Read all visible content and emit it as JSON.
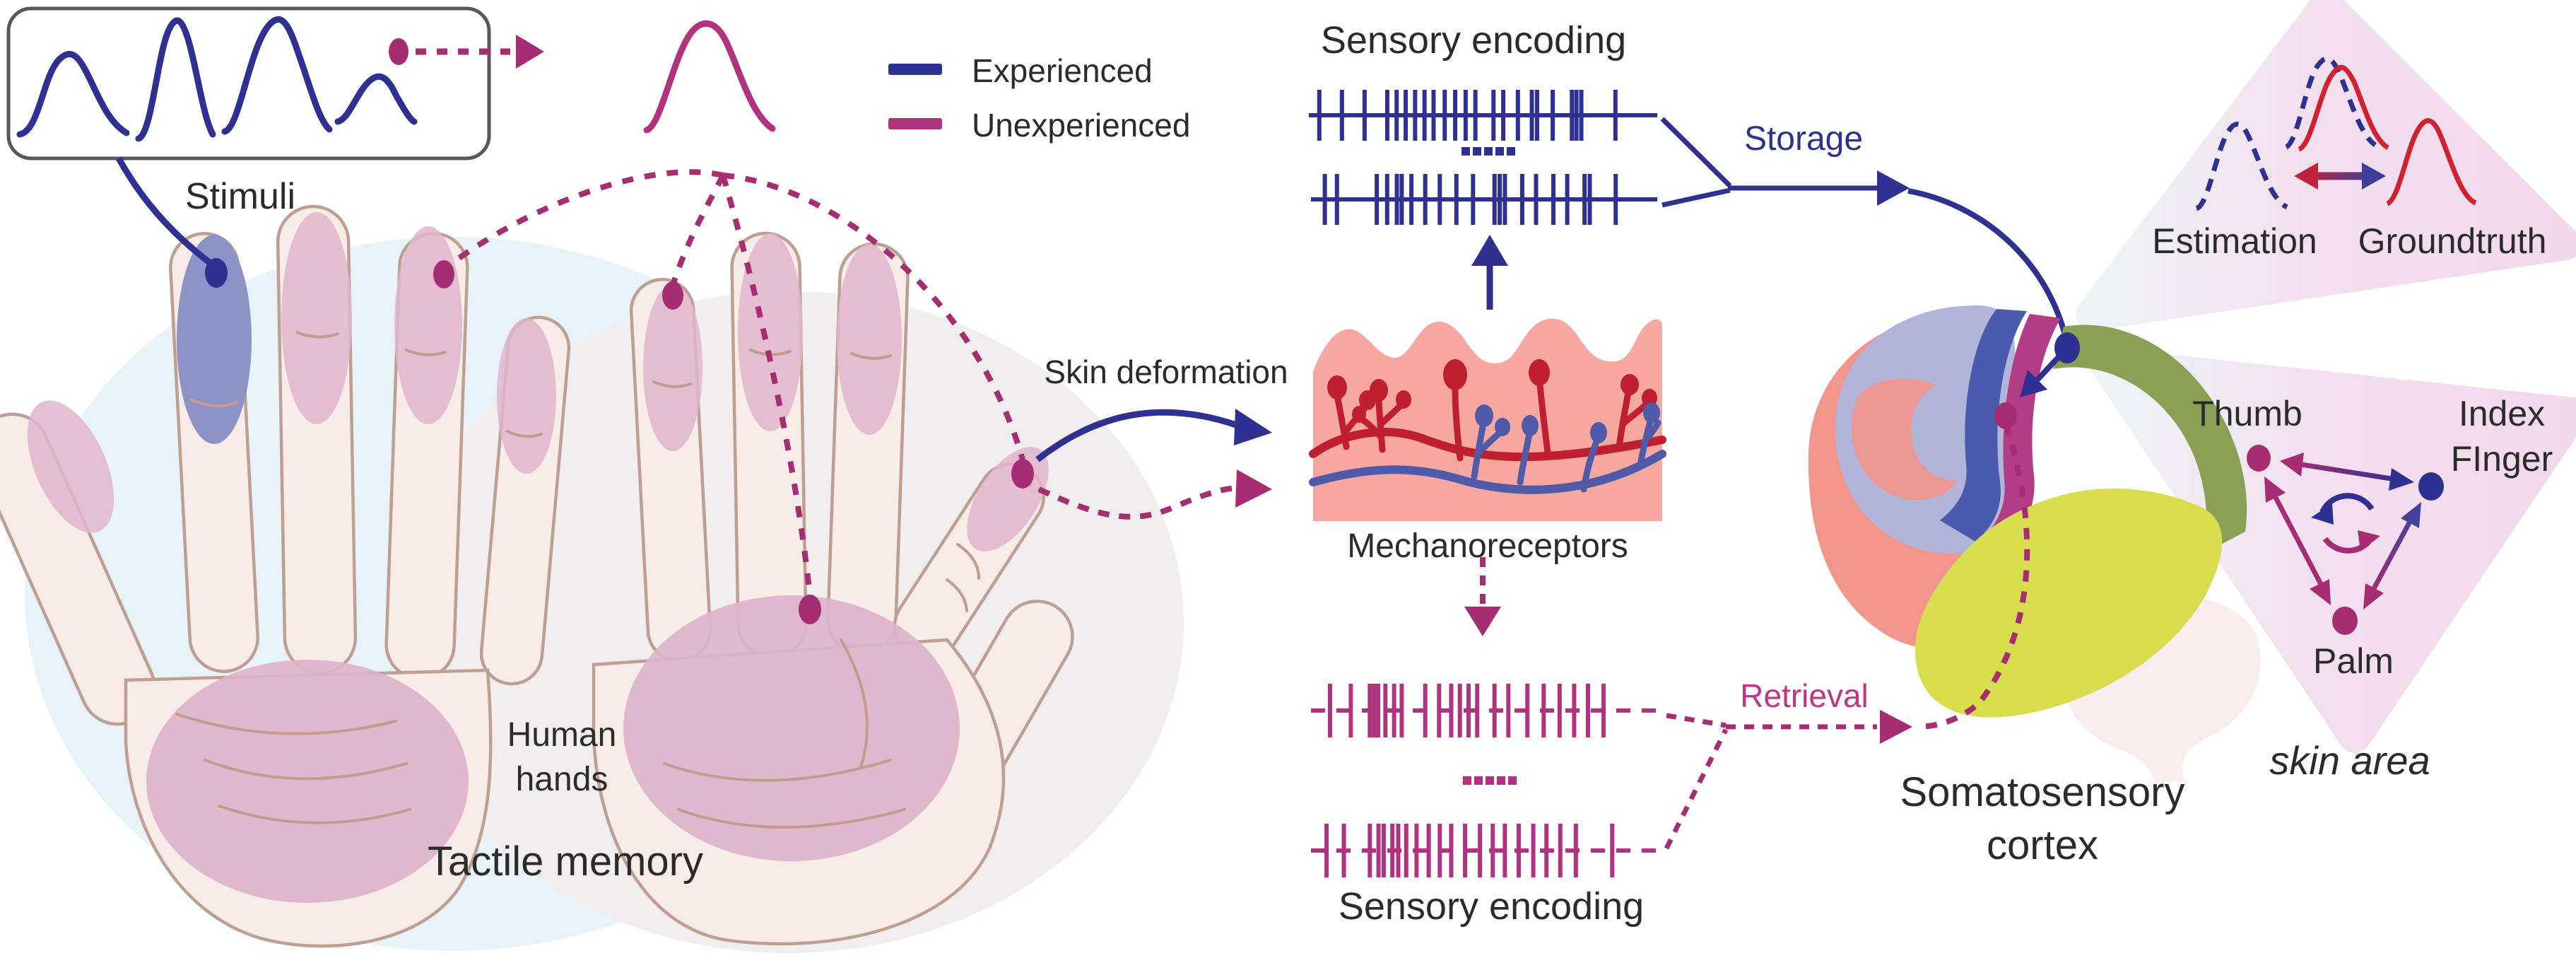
{
  "figure_title": "Tactile memory",
  "colors": {
    "experienced_blue": "#2e3192",
    "unexperienced_magenta": "#b13380",
    "dot_magenta": "#a62d72",
    "groundtruth_red": "#d3202f",
    "text_dark": "#2b2b2b",
    "skin": "#f7ece7",
    "skin_outline": "#bf9f92",
    "pink_patch": "#ddb3cb",
    "blue_patch": "#8d92c7",
    "mechano_skin": "#f6a8a0",
    "mechano_red": "#c01f2e",
    "mechano_blue": "#4f5aa8",
    "brain_frontal_salmon": "#f2968c",
    "brain_lavender": "#b2b5da",
    "brain_motor_blue": "#4a5aac",
    "brain_somatosensory_magenta": "#b23c86",
    "brain_parietal_olive": "#8aa055",
    "brain_temporal_yellowgreen": "#d7dd4d",
    "brain_pale": "#f8ecec",
    "panel_pink": "#f3e0ef",
    "bg_ellipse_blue": "#e7f3f9",
    "bg_ellipse_gray": "#f2edee"
  },
  "stimuli": {
    "label": "Stimuli"
  },
  "legend": {
    "experienced": "Experienced",
    "unexperienced": "Unexperienced"
  },
  "hands": {
    "label_line1": "Human",
    "label_line2": "hands",
    "caption": "Tactile memory"
  },
  "skin_deformation": {
    "label": "Skin deformation"
  },
  "mechanoreceptors": {
    "label": "Mechanoreceptors"
  },
  "encoding_top": {
    "title": "Sensory encoding",
    "train1": [
      0.03,
      0.095,
      0.16,
      0.225,
      0.252,
      0.278,
      0.305,
      0.332,
      0.358,
      0.39,
      0.42,
      0.45,
      0.478,
      0.53,
      0.558,
      0.6,
      0.64,
      0.655,
      0.7,
      0.755,
      0.768,
      0.782,
      0.88
    ],
    "train2": [
      0.04,
      0.075,
      0.19,
      0.22,
      0.248,
      0.262,
      0.29,
      0.33,
      0.372,
      0.42,
      0.468,
      0.53,
      0.545,
      0.56,
      0.61,
      0.65,
      0.7,
      0.74,
      0.79,
      0.805,
      0.88
    ]
  },
  "encoding_bottom": {
    "title": "Sensory encoding",
    "train1": [
      0.055,
      0.115,
      0.17,
      0.182,
      0.194,
      0.215,
      0.24,
      0.262,
      0.33,
      0.37,
      0.405,
      0.43,
      0.455,
      0.48,
      0.53,
      0.57,
      0.625,
      0.672,
      0.718,
      0.76,
      0.8,
      0.845
    ],
    "train2": [
      0.045,
      0.095,
      0.17,
      0.195,
      0.21,
      0.235,
      0.252,
      0.275,
      0.305,
      0.34,
      0.372,
      0.405,
      0.445,
      0.488,
      0.525,
      0.56,
      0.6,
      0.642,
      0.68,
      0.72,
      0.765,
      0.87
    ]
  },
  "storage": {
    "label": "Storage"
  },
  "retrieval": {
    "label": "Retrieval"
  },
  "somatosensory_cortex": {
    "line1": "Somatosensory",
    "line2": "cortex"
  },
  "estimation_panel": {
    "estimation_label": "Estimation",
    "groundtruth_label": "Groundtruth"
  },
  "skin_area_panel": {
    "thumb_label": "Thumb",
    "index_label_line1": "Index",
    "index_label_line2": "FInger",
    "palm_label": "Palm",
    "caption": "skin area"
  }
}
